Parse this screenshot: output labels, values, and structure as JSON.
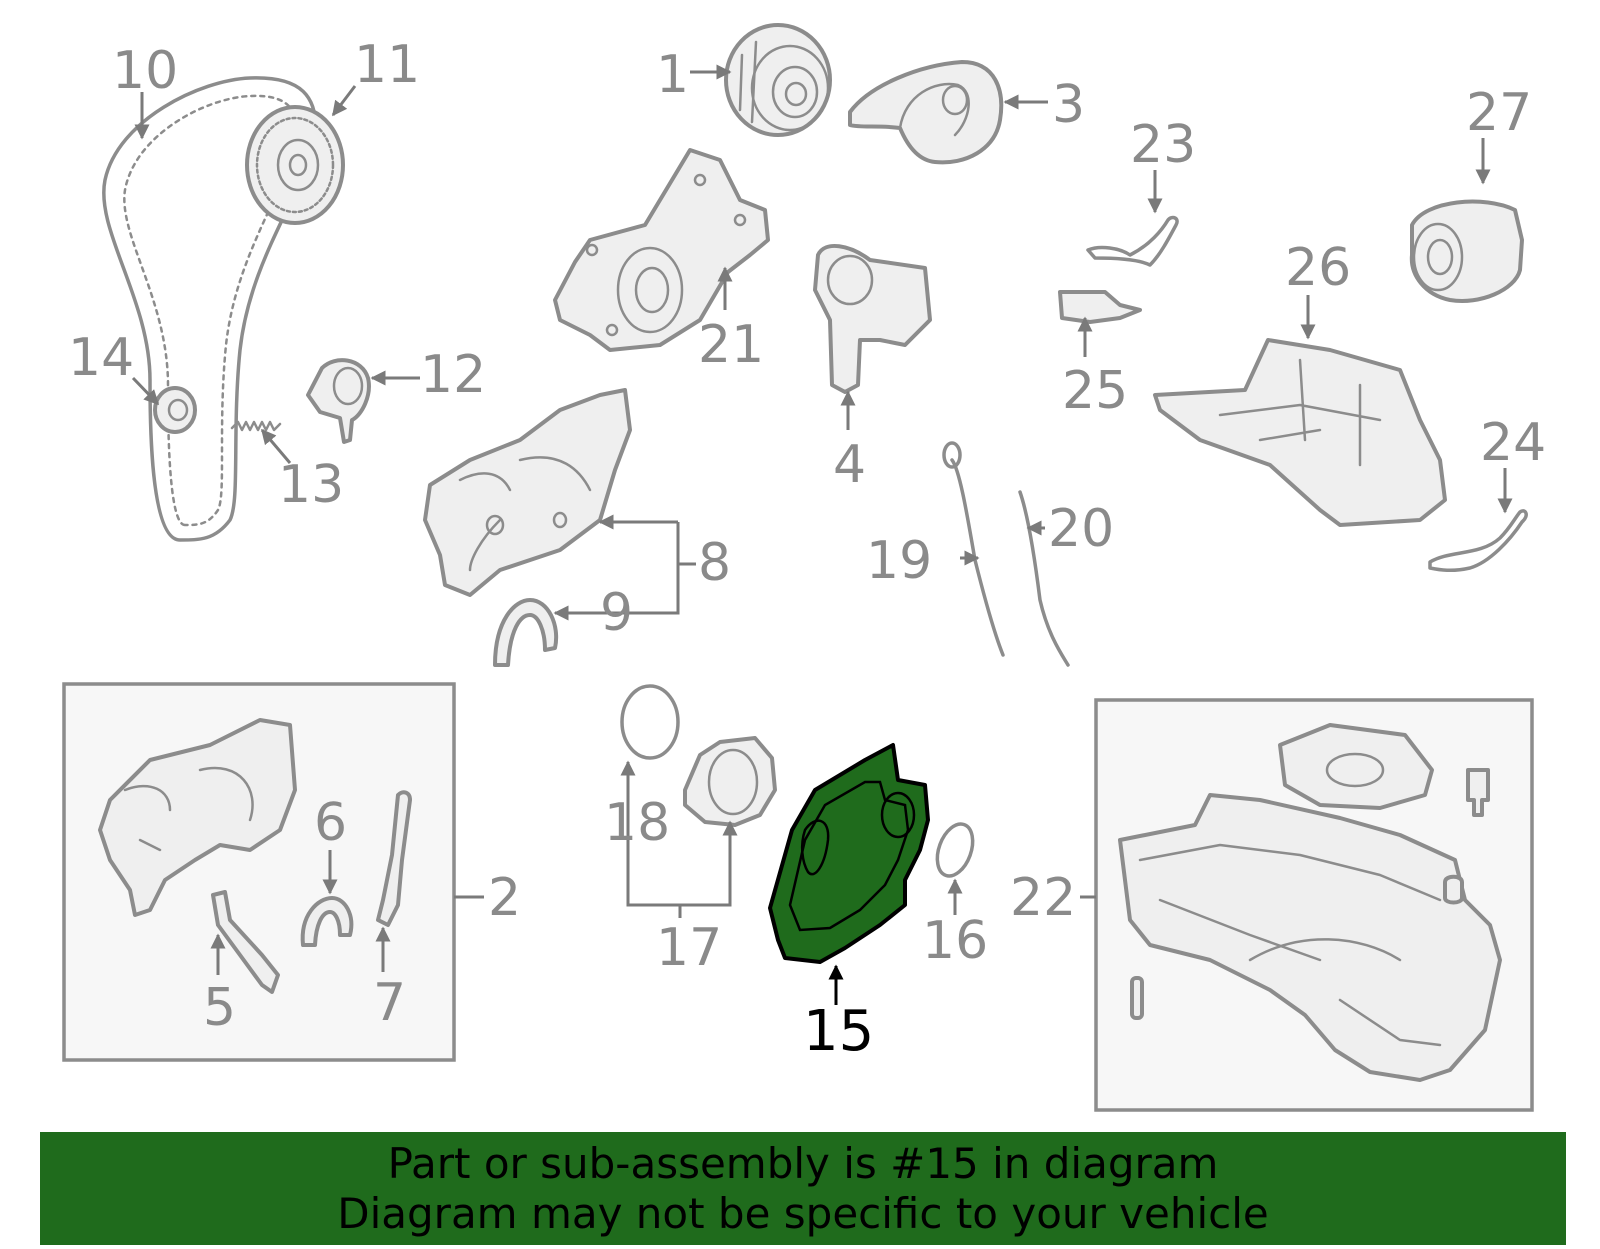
{
  "colors": {
    "highlight": "#1f6b1c",
    "banner_bg": "#1f6b1c",
    "part_stroke": "#8c8c8c",
    "label_gray": "#8a8a8a"
  },
  "callouts": {
    "n1": "1",
    "n2": "2",
    "n3": "3",
    "n4": "4",
    "n5": "5",
    "n6": "6",
    "n7": "7",
    "n8": "8",
    "n9": "9",
    "n10": "10",
    "n11": "11",
    "n12": "12",
    "n13": "13",
    "n14": "14",
    "n15": "15",
    "n16": "16",
    "n17": "17",
    "n18": "18",
    "n19": "19",
    "n20": "20",
    "n21": "21",
    "n22": "22",
    "n23": "23",
    "n24": "24",
    "n25": "25",
    "n26": "26",
    "n27": "27"
  },
  "highlighted_part": "15",
  "banner": {
    "line1": "Part or sub-assembly is #15 in diagram",
    "line2": "Diagram may not be specific to your vehicle"
  }
}
